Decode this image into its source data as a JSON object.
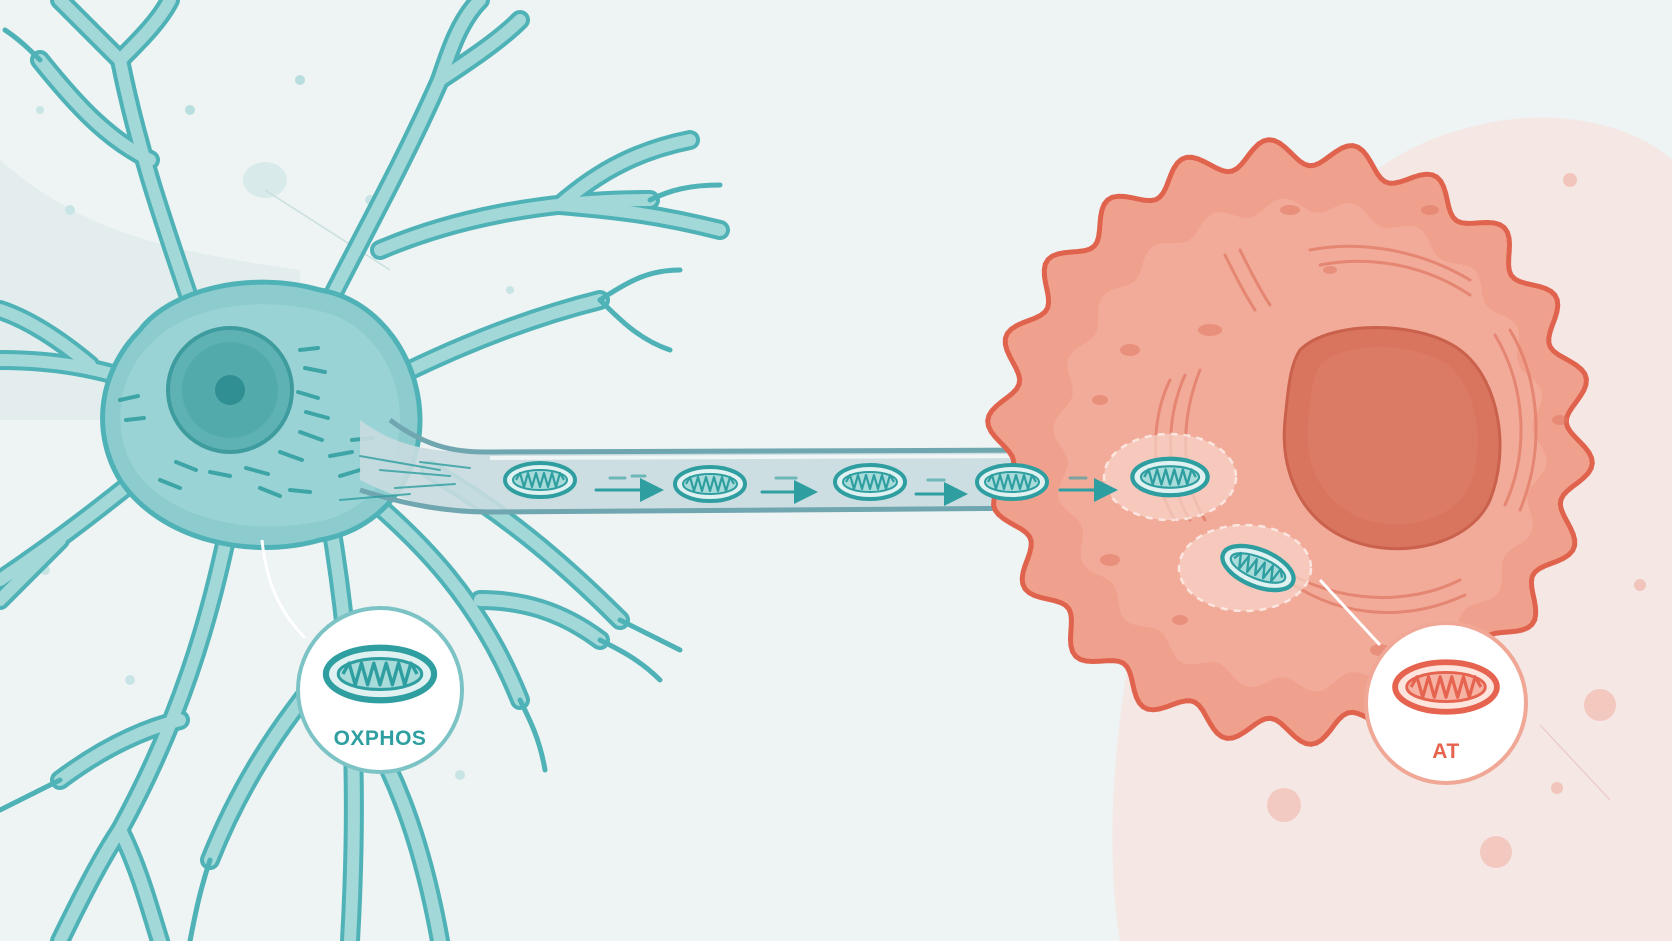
{
  "callouts": {
    "left_label": "OXPHOS",
    "right_label": "AT"
  },
  "colors": {
    "background": "#eef3f3",
    "neuron_fill": "#8ccccf",
    "neuron_stroke": "#4fb2b6",
    "mitochondria_teal": "#2f9ea0",
    "cell_fill": "#f0a18e",
    "cell_stroke": "#e0634e",
    "nucleus_fill": "#d9745f",
    "mitochondria_coral": "#e5634f"
  },
  "icons": [
    "neuron-cell",
    "mitochondrion",
    "arrow-right",
    "recipient-cell",
    "nucleus"
  ],
  "mitochondria_in_transit": 5
}
